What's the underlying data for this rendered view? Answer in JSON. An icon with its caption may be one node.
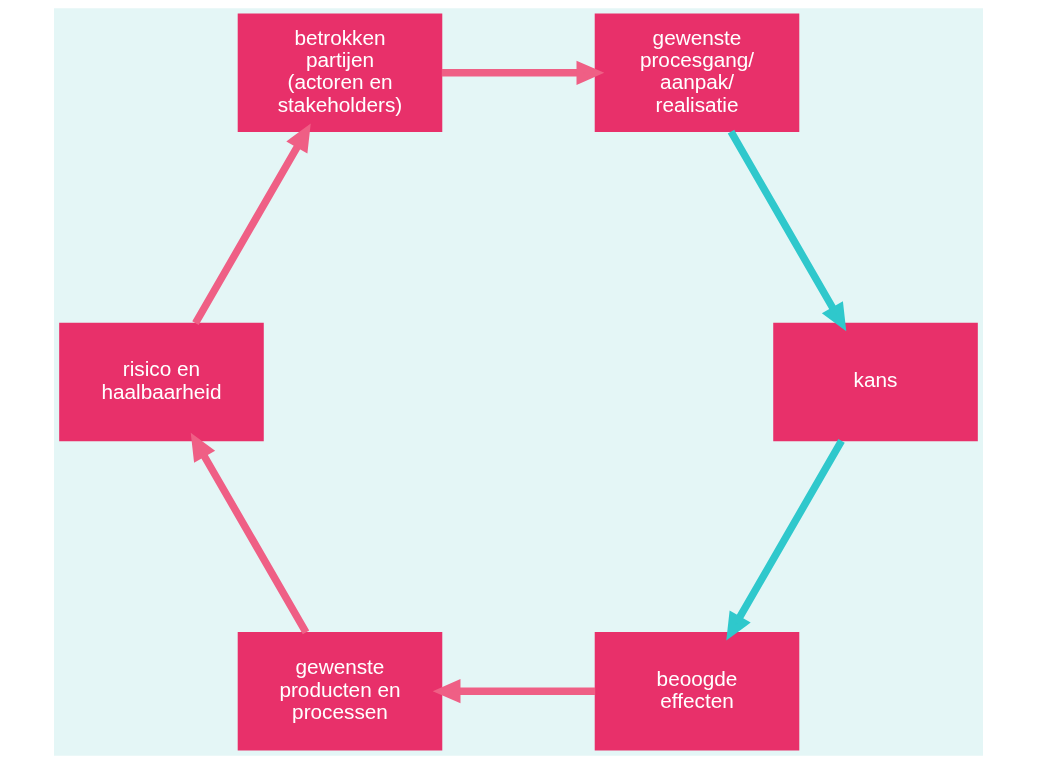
{
  "diagram": {
    "nodes": [
      {
        "text": [
          "beoogde effecten"
        ]
      },
      {
        "text": [
          "gewenste producten en processen"
        ]
      },
      {
        "text": [
          "kans"
        ]
      },
      {
        "text": [
          "risico en haalbaarheid"
        ]
      },
      {
        "text": [
          "gewenste procesgang/ aanpak/ realisatie"
        ]
      },
      {
        "text": [
          "betrokken partijen (actoren en stakeholders)"
        ]
      }
    ],
    "edges": [
      {
        "from": 2,
        "to": 0,
        "arrow": "to",
        "color": "#2fc8cc"
      },
      {
        "from": 0,
        "to": 1,
        "arrow": "to"
      },
      {
        "from": 1,
        "to": 3,
        "arrow": "to"
      },
      {
        "from": 3,
        "to": 5,
        "arrow": "to"
      },
      {
        "from": 5,
        "to": 4,
        "arrow": "to"
      },
      {
        "from": 4,
        "to": 2,
        "arrow": "to",
        "color": "#2fc8cc"
      }
    ]
  }
}
